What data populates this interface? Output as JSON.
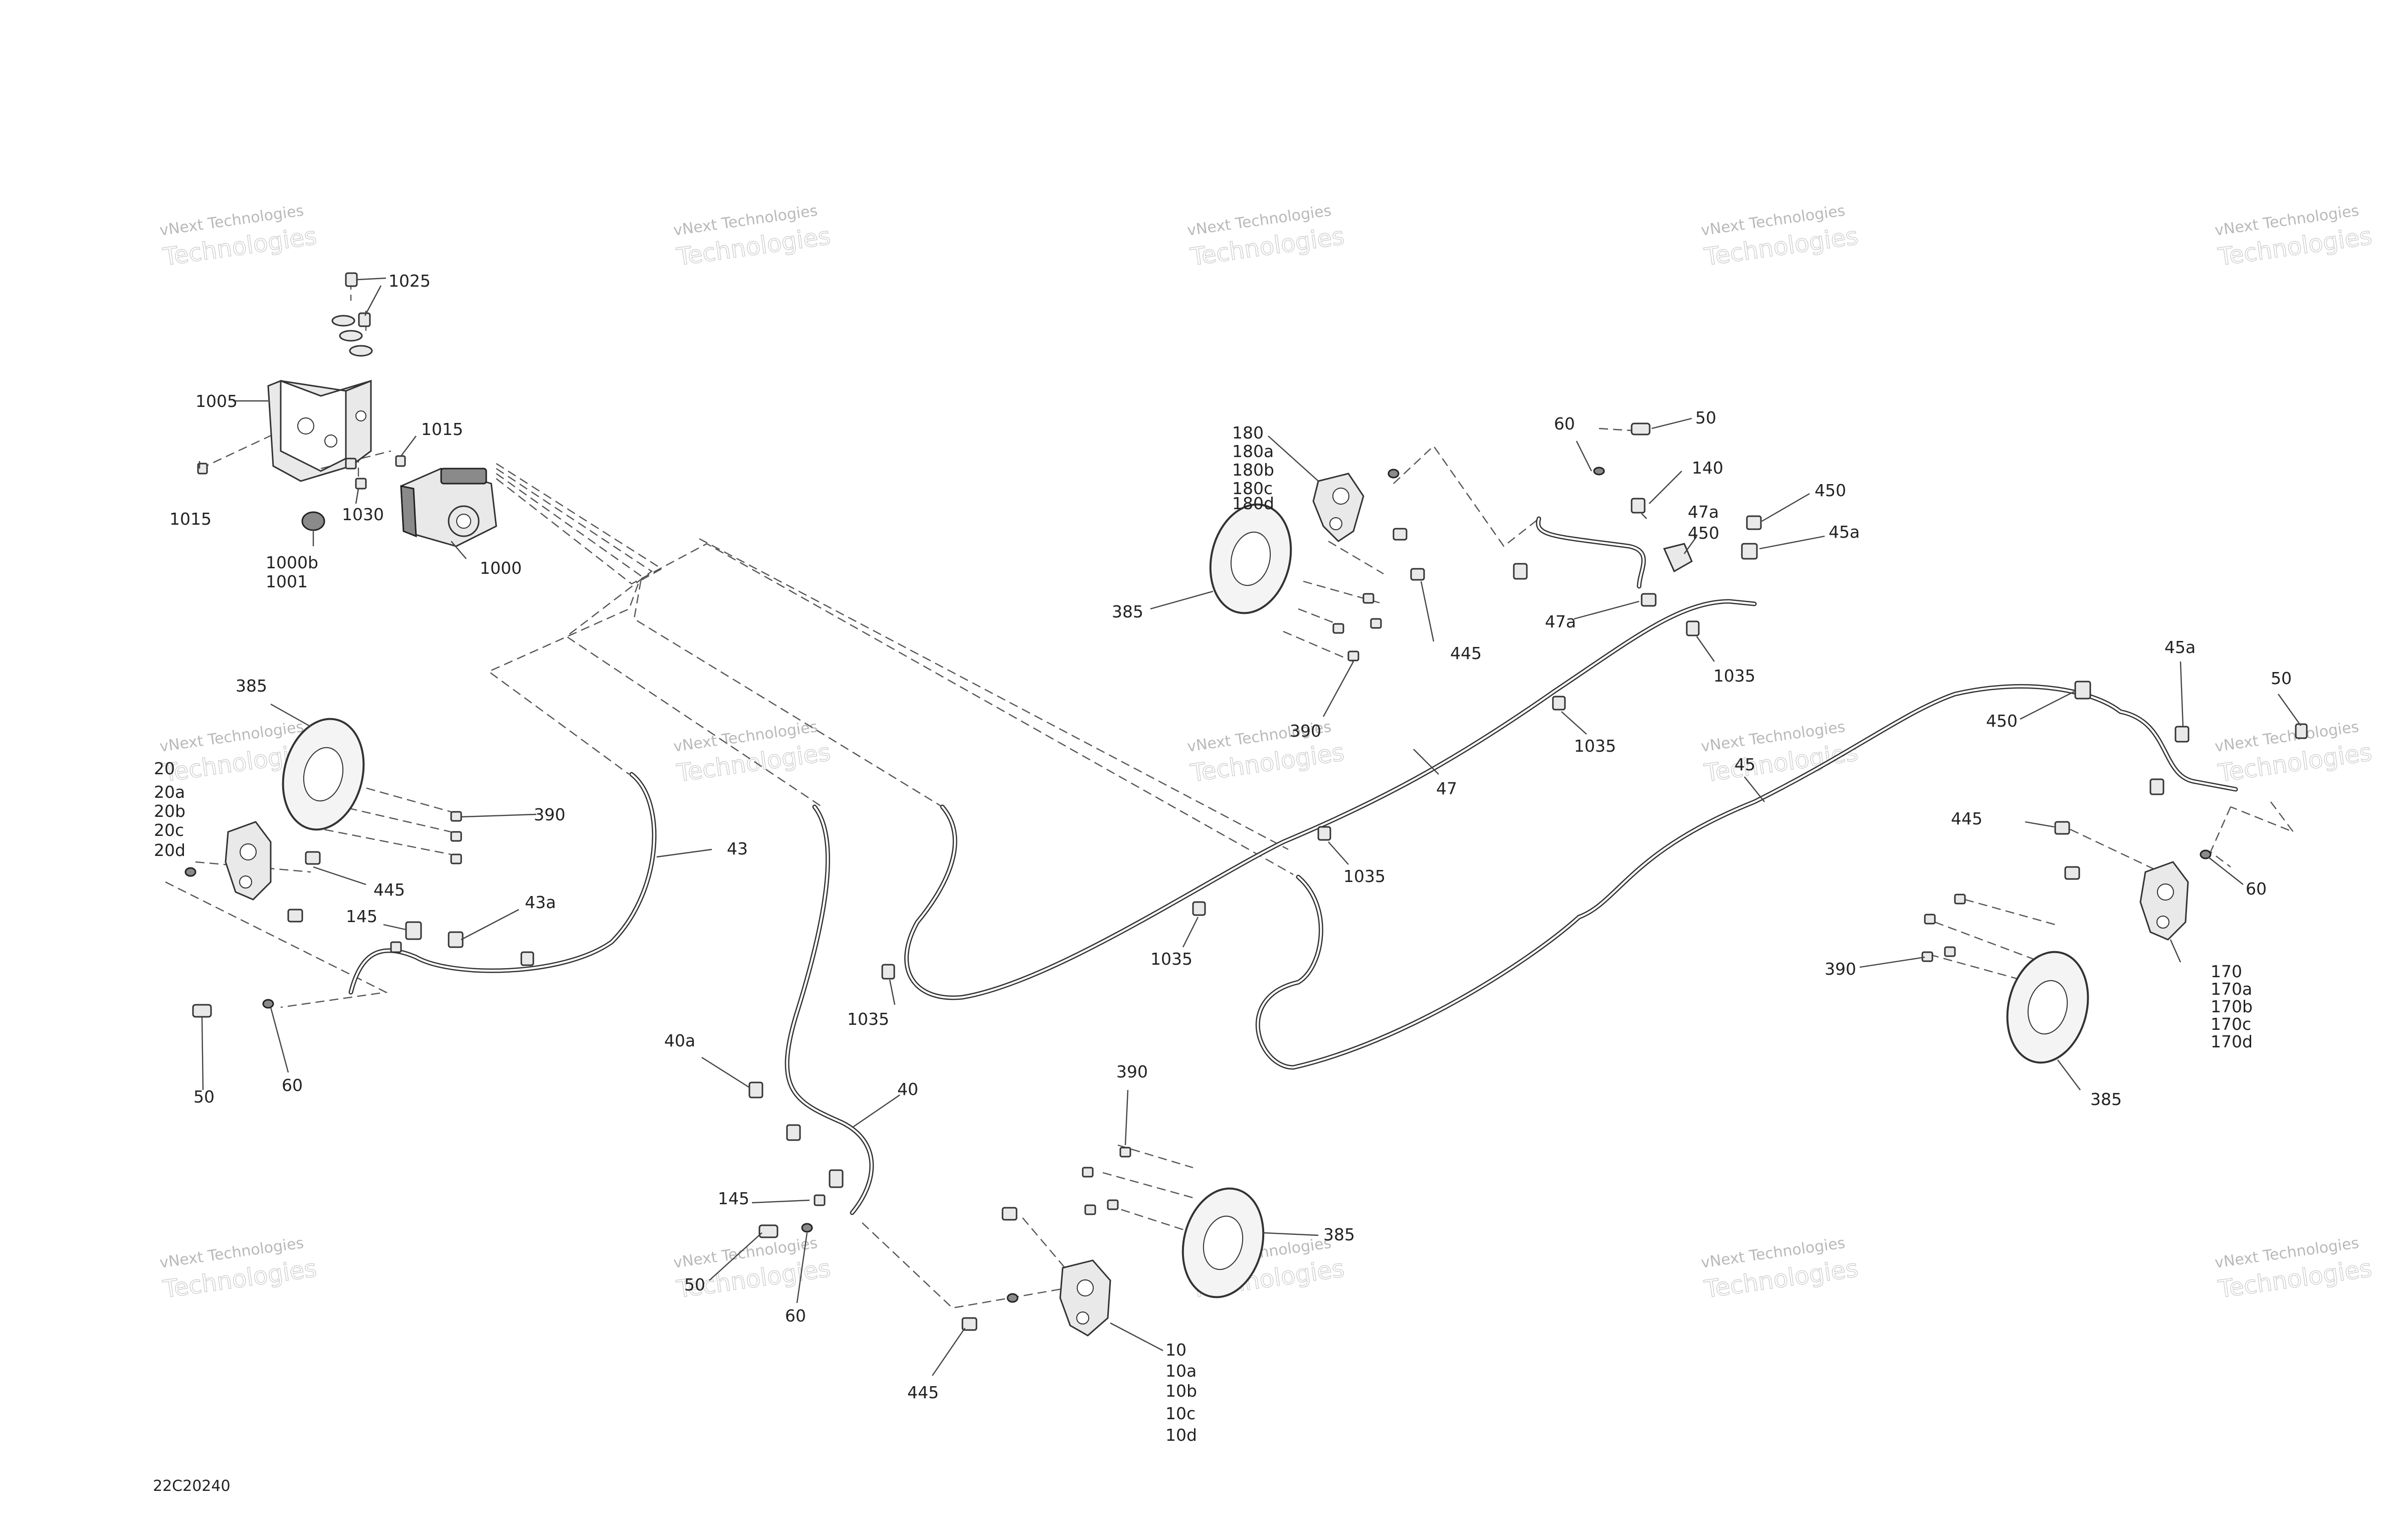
{
  "diagram_code": "22C20240",
  "watermark": {
    "line1": "vNext Technologies",
    "line2": "Technologies"
  },
  "labels": {
    "l1025": "1025",
    "l1005": "1005",
    "l1015a": "1015",
    "l1015b": "1015",
    "l1030": "1030",
    "l1000b": "1000b",
    "l1001": "1001",
    "l1000": "1000",
    "l180": "180",
    "l180a": "180a",
    "l180b": "180b",
    "l180c": "180c",
    "l180d": "180d",
    "l385a": "385",
    "l445a": "445",
    "l390a": "390",
    "l60a": "60",
    "l50a": "50",
    "l140": "140",
    "l47a1": "47a",
    "l450a": "450",
    "l450b": "450",
    "l45a1": "45a",
    "l47a2": "47a",
    "l1035a": "1035",
    "l1035b": "1035",
    "l47": "47",
    "l1035c": "1035",
    "l1035d": "1035",
    "l1035e": "1035",
    "l385b": "385",
    "l20": "20",
    "l20a": "20a",
    "l20b": "20b",
    "l20c": "20c",
    "l20d": "20d",
    "l390b": "390",
    "l445b": "445",
    "l145a": "145",
    "l43a": "43a",
    "l43": "43",
    "l50b": "50",
    "l60b": "60",
    "l45a2": "45a",
    "l50c": "50",
    "l450c": "450",
    "l45": "45",
    "l445c": "445",
    "l60c": "60",
    "l390c": "390",
    "l170": "170",
    "l170a": "170a",
    "l170b": "170b",
    "l170c": "170c",
    "l170d": "170d",
    "l385c": "385",
    "l40a": "40a",
    "l40": "40",
    "l145b": "145",
    "l50d": "50",
    "l60d": "60",
    "l390d": "390",
    "l385d": "385",
    "l445d": "445",
    "l10": "10",
    "l10a": "10a",
    "l10b": "10b",
    "l10c": "10c",
    "l10d": "10d"
  }
}
